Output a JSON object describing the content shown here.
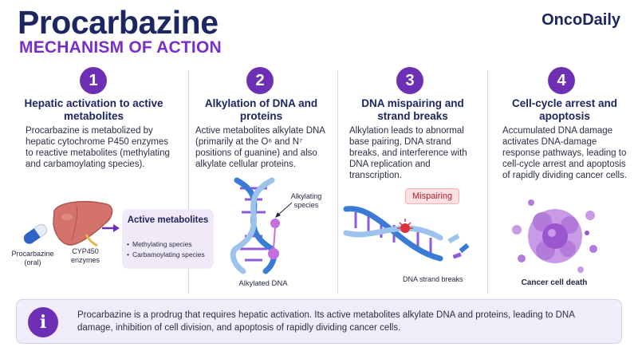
{
  "header": {
    "title": "Procarbazine",
    "subtitle": "MECHANISM OF ACTION",
    "brand": "OncoDaily"
  },
  "steps": [
    {
      "number": "1",
      "title": "Hepatic activation to active metabolites",
      "body": "Procarbazine is metabolized by hepatic cytochrome P450 enzymes to reactive metabolites (methylating and carbamoylating species).",
      "labels": {
        "drug": "Procarbazine (oral)",
        "enzyme": "CYP450 enzymes"
      },
      "metabolites_box": {
        "title": "Active metabolites",
        "items": [
          "Methylating species",
          "Carbamoylating species"
        ]
      }
    },
    {
      "number": "2",
      "title": "Alkylation of DNA and proteins",
      "body": "Active metabolites alkylate DNA (primarily at the O⁶ and N⁷ positions of guanine) and also alkylate cellular proteins.",
      "labels": {
        "alkylating": "Alkylating species",
        "dna": "Alkylated DNA"
      }
    },
    {
      "number": "3",
      "title": "DNA mispairing and strand breaks",
      "body": "Alkylation leads to abnormal base pairing, DNA strand breaks, and interference with DNA replication and transcription.",
      "labels": {
        "mispairing": "Mispairing",
        "breaks": "DNA strand breaks"
      }
    },
    {
      "number": "4",
      "title": "Cell-cycle arrest and apoptosis",
      "body": "Accumulated DNA damage activates DNA-damage response pathways, leading to cell-cycle arrest and apoptosis of rapidly dividing cancer cells.",
      "labels": {
        "death": "Cancer cell death"
      }
    }
  ],
  "footer": {
    "icon": "info-icon",
    "icon_glyph": "i",
    "text": "Procarbazine is a prodrug that requires hepatic activation. Its active metabolites alkylate DNA and proteins, leading to DNA damage, inhibition of cell division, and apoptosis of rapidly dividing cancer cells."
  },
  "colors": {
    "navy": "#1c2660",
    "purple": "#6d2fb3",
    "accent_purple": "#7a2ec8",
    "dna_blue": "#3a7bd5",
    "liver": "#d4736c",
    "alert_red": "#e0303c"
  }
}
